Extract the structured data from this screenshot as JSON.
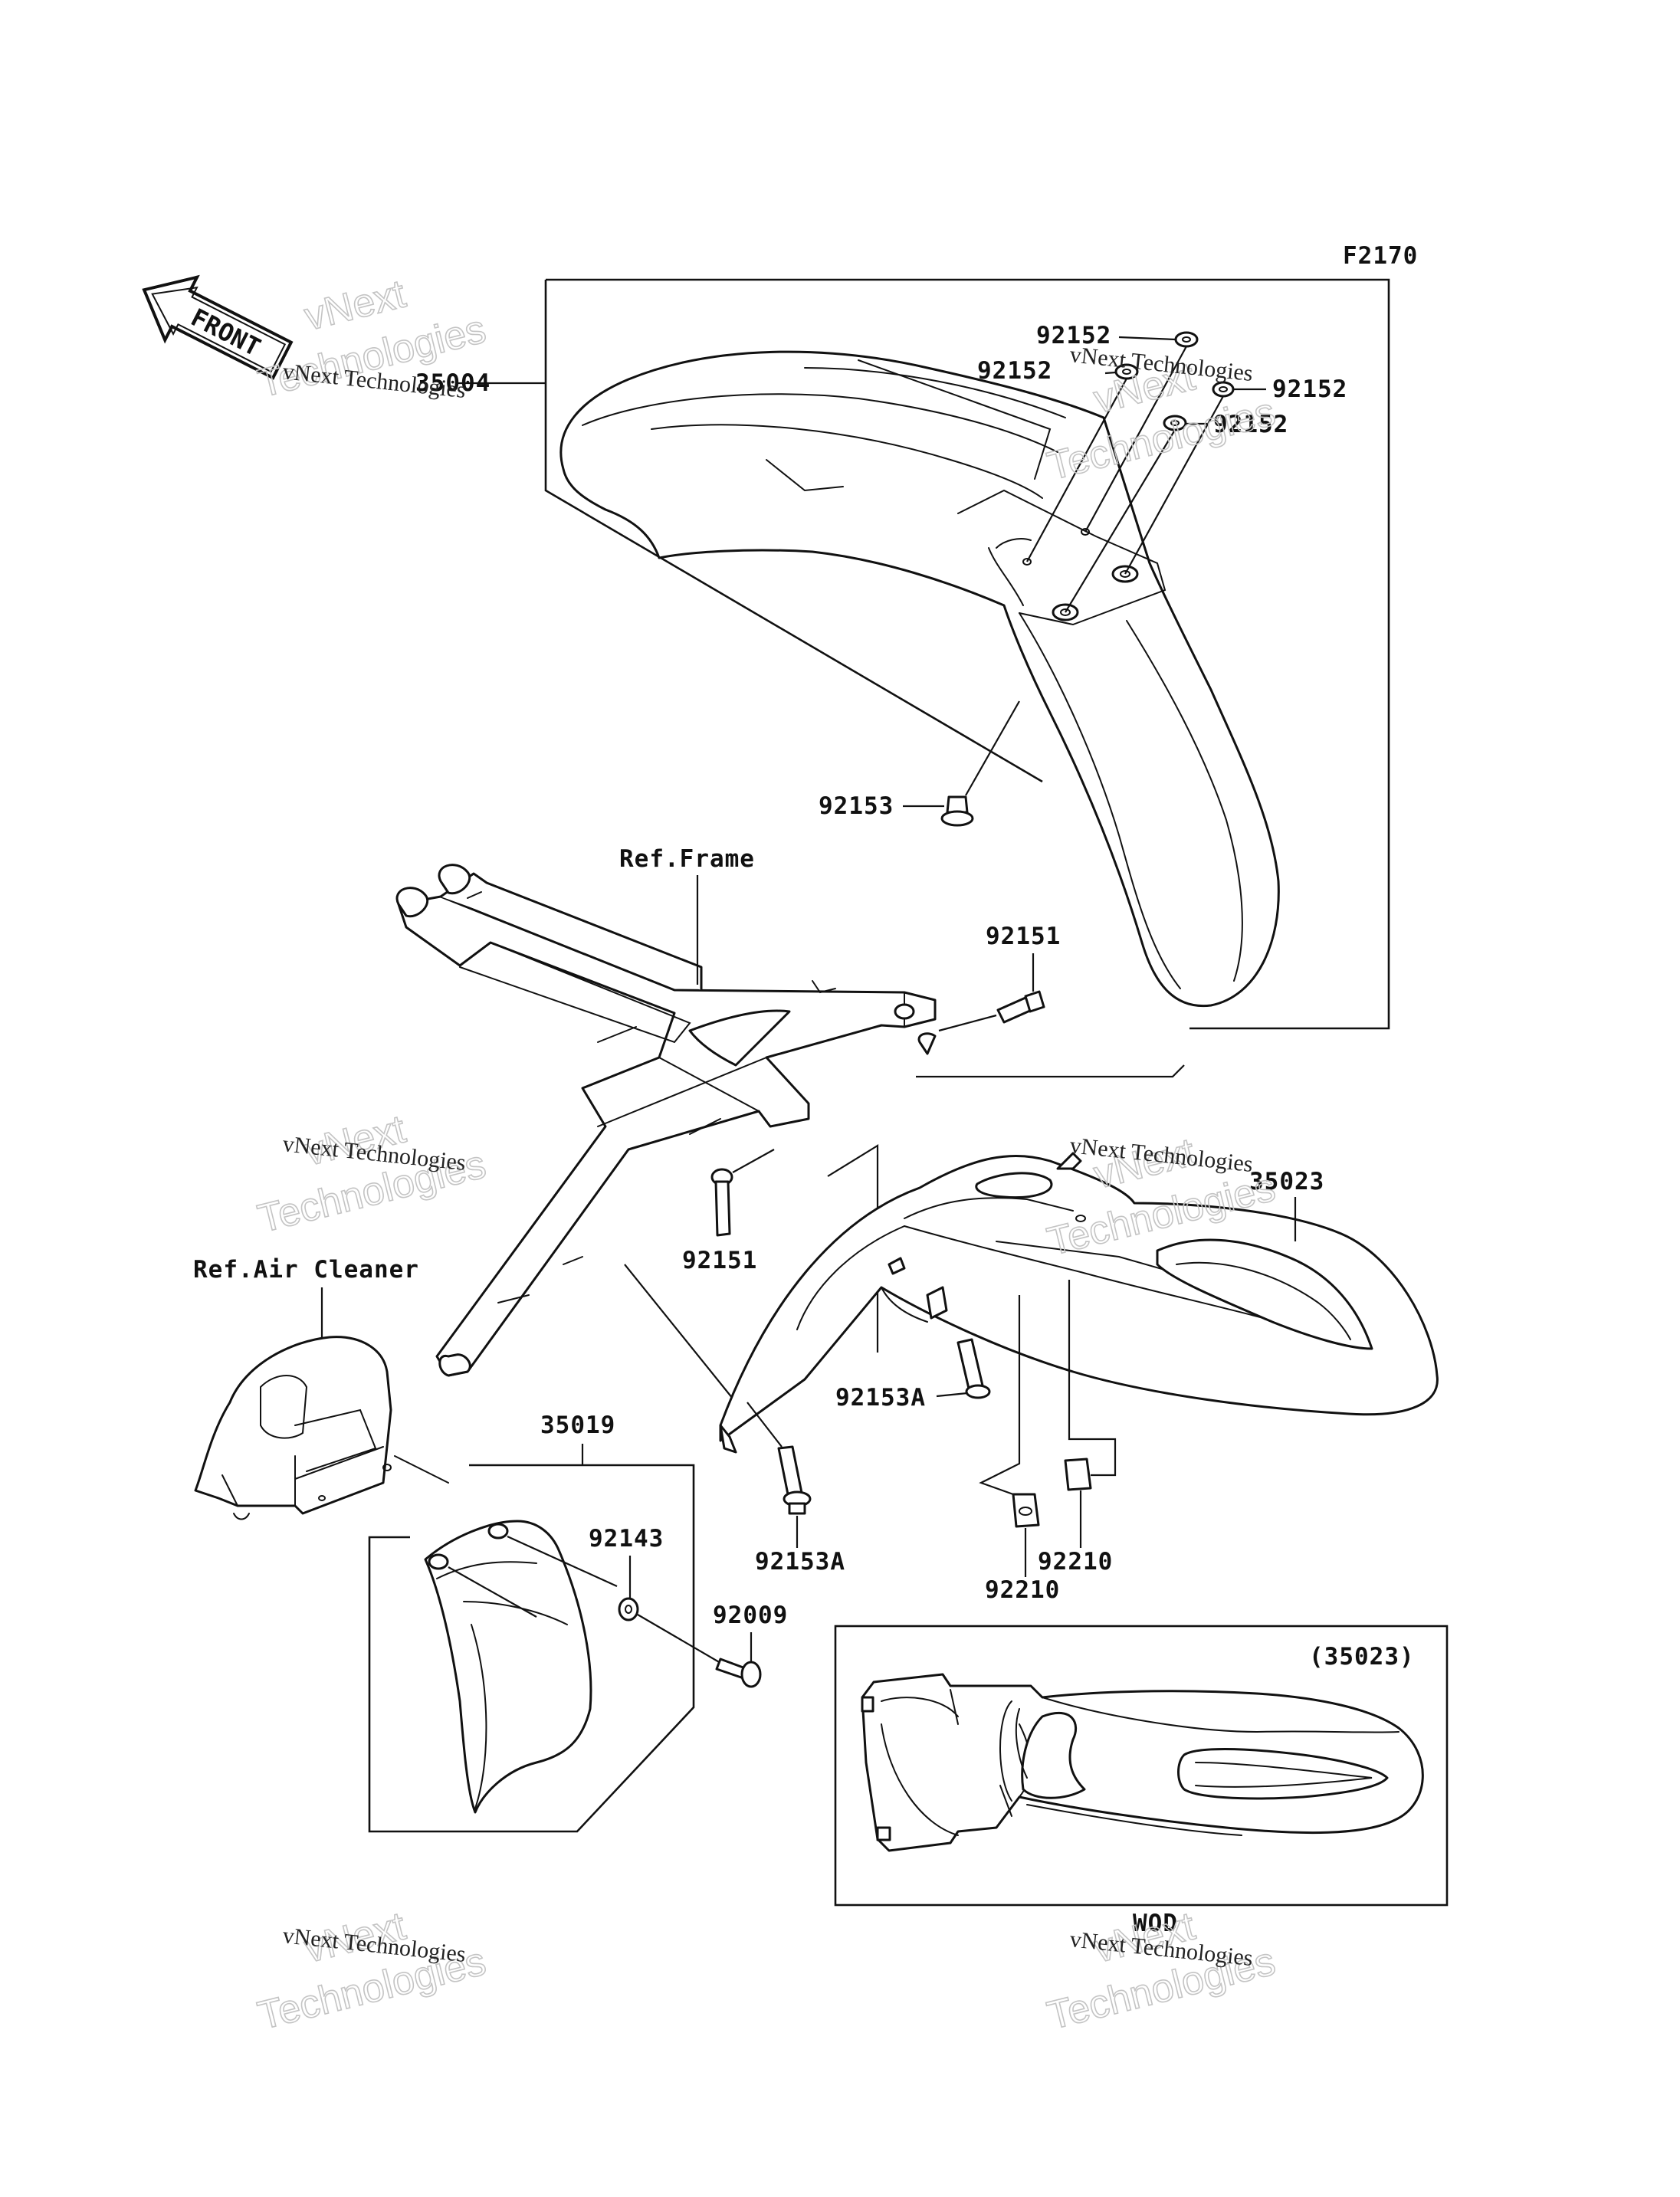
{
  "diagram": {
    "figure_code": "F2170",
    "front_arrow_text": "FRONT",
    "callouts": {
      "front_fender": "35004",
      "washer_a": "92152",
      "washer_b": "92152",
      "washer_c": "92152",
      "washer_d": "92152",
      "bolt_front": "92153",
      "ref_frame": "Ref.Frame",
      "bolt_frame_right": "92151",
      "bolt_frame_left": "92151",
      "rear_fender": "35023",
      "ref_air_cleaner": "Ref.Air Cleaner",
      "bolt_rear_upper": "92153A",
      "bolt_rear_lower": "92153A",
      "nut_left": "92210",
      "nut_right": "92210",
      "mud_flap": "35019",
      "washer_flap": "92143",
      "screw_flap": "92009",
      "inset_part": "(35023)",
      "inset_note": "WOD"
    },
    "watermark": {
      "line1": "vNext",
      "line2": "Technologies",
      "caption": "vNext Technologies"
    }
  }
}
